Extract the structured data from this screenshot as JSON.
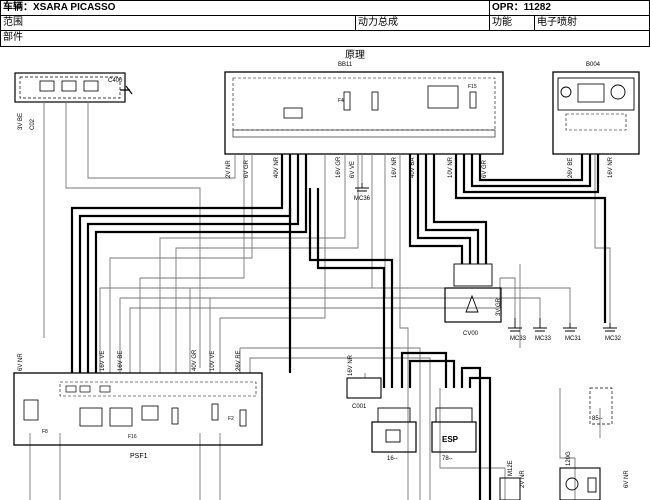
{
  "header": {
    "vehicle": "车辆：XSARA PICASSO",
    "opr": "OPR：11282",
    "scope_label": "范围",
    "group": "动力总成",
    "function_label": "功能",
    "function_value": "电子喷射",
    "part_label": "部件"
  },
  "diagram": {
    "title": "原理",
    "modules": {
      "c400": "C400",
      "bsi1": "BB11",
      "b004": "B004",
      "cv00": "CV00",
      "psf1": "PSF1",
      "c001": "C001",
      "m16": "16--",
      "esp": "ESP",
      "m78": "78--",
      "m85": "85--"
    },
    "grounds": [
      "MC33",
      "MC33",
      "MC31",
      "MC32"
    ],
    "ground_mc36": "MC36",
    "labels": {
      "c400_pin": "3V BE",
      "c400_sub": "C02",
      "bsi_left1": "2V NR",
      "bsi_left2": "6V GR",
      "bsi_mid1": "40V NR",
      "bsi_mid2": "16V GR",
      "bsi_mid3": "6V VE",
      "bsi_mid4": "16V NR",
      "bsi_right1": "40V BA",
      "bsi_right2": "10V NR",
      "bsi_right3": "6V GR",
      "b004_left": "26V BE",
      "b004_right": "16V NR",
      "cv00_right": "3V GR",
      "psf_left": "6V NR",
      "psf_mid1": "16V VE",
      "psf_mid2": "16V BE",
      "psf_mid3": "40V GR",
      "psf_mid4": "10V VE",
      "psf_right": "26V RE",
      "c001_top": "16V NR",
      "bottom_2v": "2V NR",
      "bottom_6v": "6V NR",
      "bottom_m": "M12E",
      "bottom_x": "120G",
      "fuse_f4": "F4",
      "fuse_f15": "F15",
      "fuse_f8": "F8",
      "fuse_f16": "F16",
      "fuse_f2": "F2"
    }
  }
}
